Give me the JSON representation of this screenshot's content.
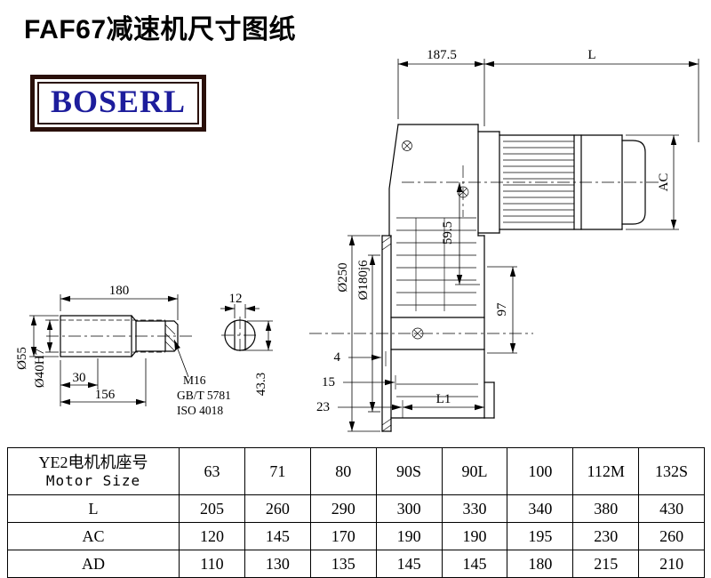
{
  "header": {
    "title": "FAF67减速机尺寸图纸",
    "logo_text": "BOSERL"
  },
  "drawing": {
    "main_view": {
      "dim_width_front": "187.5",
      "dim_motor_length": "L",
      "dim_motor_height": "AC",
      "dim_flange_od": "Ø250",
      "dim_spigot": "Ø180j6",
      "dim_59_5": "59.5",
      "dim_97": "97",
      "dim_4": "4",
      "dim_15": "15",
      "dim_23": "23",
      "dim_L1": "L1"
    },
    "shaft_view": {
      "dim_length": "180",
      "dim_key_width": "12",
      "dim_od": "Ø55",
      "dim_bore": "Ø40H7",
      "dim_30": "30",
      "dim_156": "156",
      "thread_note": "M16",
      "std_note1": "GB/T 5781",
      "std_note2": "ISO 4018",
      "dim_key_height": "43.3"
    }
  },
  "table": {
    "motor_label_cn": "YE2电机机座号",
    "motor_label_en": "Motor Size",
    "sizes": [
      "63",
      "71",
      "80",
      "90S",
      "90L",
      "100",
      "112M",
      "132S"
    ],
    "rows": [
      {
        "label": "L",
        "values": [
          "205",
          "260",
          "290",
          "300",
          "330",
          "340",
          "380",
          "430"
        ]
      },
      {
        "label": "AC",
        "values": [
          "120",
          "145",
          "170",
          "190",
          "190",
          "195",
          "230",
          "260"
        ]
      },
      {
        "label": "AD",
        "values": [
          "110",
          "130",
          "135",
          "145",
          "145",
          "180",
          "215",
          "210"
        ]
      }
    ]
  }
}
